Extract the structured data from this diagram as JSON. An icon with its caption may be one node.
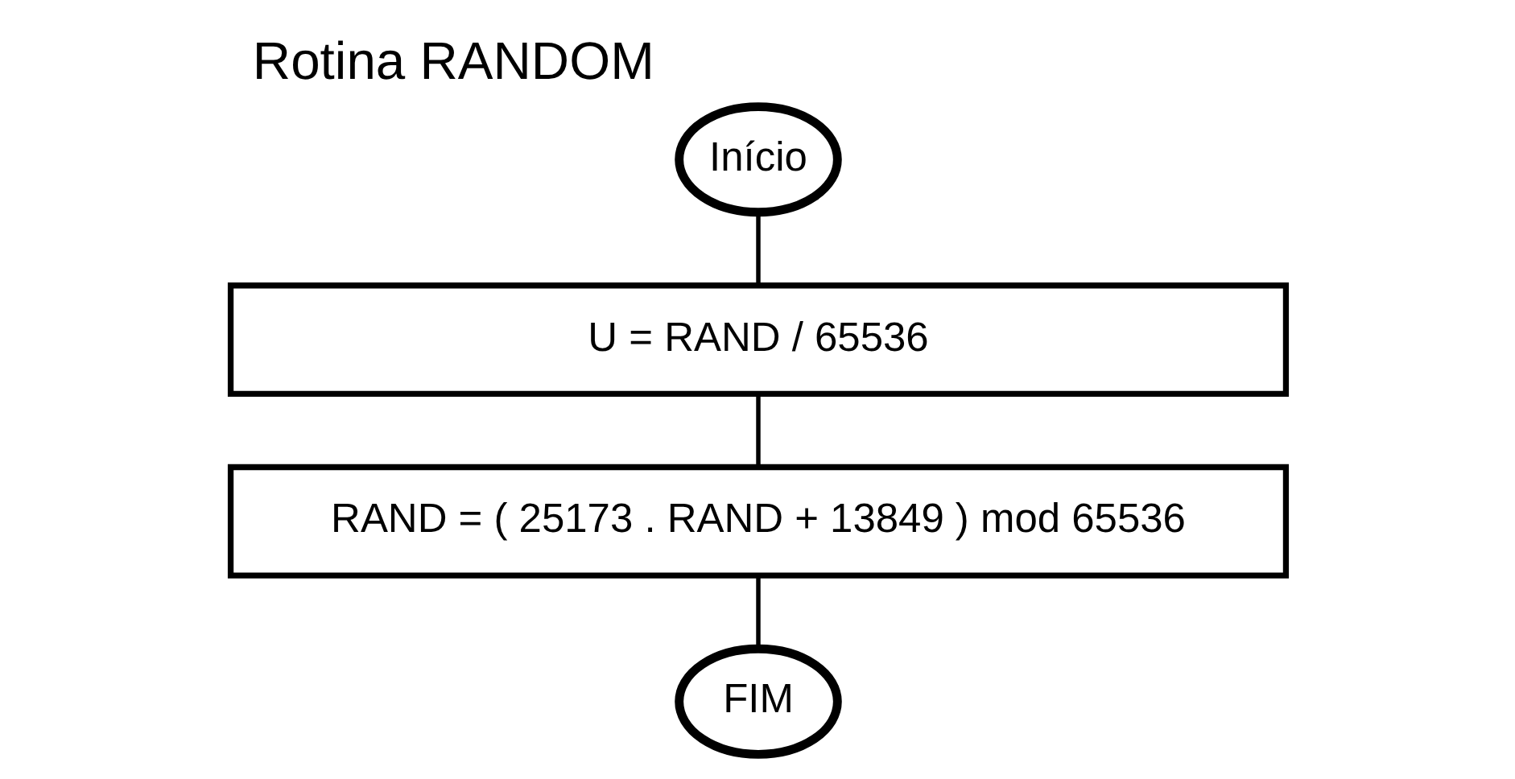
{
  "diagram": {
    "title": "Rotina RANDOM",
    "nodes": [
      {
        "text": [
          "Início"
        ]
      },
      {
        "text": [
          "U = RAND / 65536"
        ]
      },
      {
        "text": [
          "RAND = ( 25173 . RAND + 13849 ) mod 65536"
        ]
      },
      {
        "text": [
          "FIM"
        ]
      }
    ],
    "edges": [
      {
        "from": 0,
        "to": 1,
        "arrow": "none"
      },
      {
        "from": 1,
        "to": 2,
        "arrow": "none"
      },
      {
        "from": 2,
        "to": 3,
        "arrow": "none"
      }
    ]
  }
}
